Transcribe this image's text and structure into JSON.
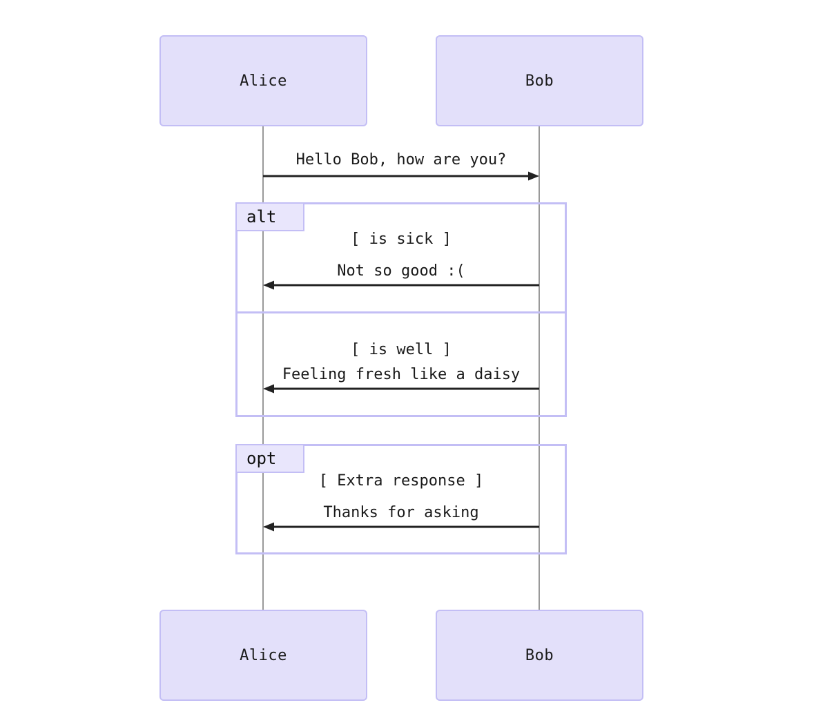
{
  "diagram": {
    "type": "sequence-diagram",
    "background_color": "#ffffff",
    "actor_fill_color": "#E3E0FA",
    "actor_border_color": "#C3BEF5",
    "fragment_border_color": "#C3BEF5",
    "fragment_tag_fill_color": "#E9E6FC",
    "lifeline_color": "#999999",
    "arrow_color": "#222222",
    "text_color": "#1a1a1a"
  },
  "actors": [
    {
      "id": "alice",
      "name": "Alice",
      "top_label": "Alice",
      "bottom_label": "Alice"
    },
    {
      "id": "bob",
      "name": "Bob",
      "top_label": "Bob",
      "bottom_label": "Bob"
    }
  ],
  "messages": [
    {
      "id": "m1",
      "text": "Hello Bob, how are you?",
      "from": "Alice",
      "to": "Bob",
      "direction": "right",
      "arrow_style": "solid"
    },
    {
      "id": "m2",
      "text": "Not so good :(",
      "from": "Bob",
      "to": "Alice",
      "direction": "left",
      "arrow_style": "solid"
    },
    {
      "id": "m3",
      "text": "Feeling fresh like a daisy",
      "from": "Bob",
      "to": "Alice",
      "direction": "left",
      "arrow_style": "solid"
    },
    {
      "id": "m4",
      "text": "Thanks for asking",
      "from": "Bob",
      "to": "Alice",
      "direction": "left",
      "arrow_style": "solid"
    }
  ],
  "fragments": [
    {
      "id": "alt-block",
      "tag": "alt",
      "sections": [
        {
          "condition": "[ is sick ]",
          "message_id": "m2"
        },
        {
          "condition": "[ is well ]",
          "message_id": "m3"
        }
      ]
    },
    {
      "id": "opt-block",
      "tag": "opt",
      "sections": [
        {
          "condition": "[ Extra response ]",
          "message_id": "m4"
        }
      ]
    }
  ]
}
